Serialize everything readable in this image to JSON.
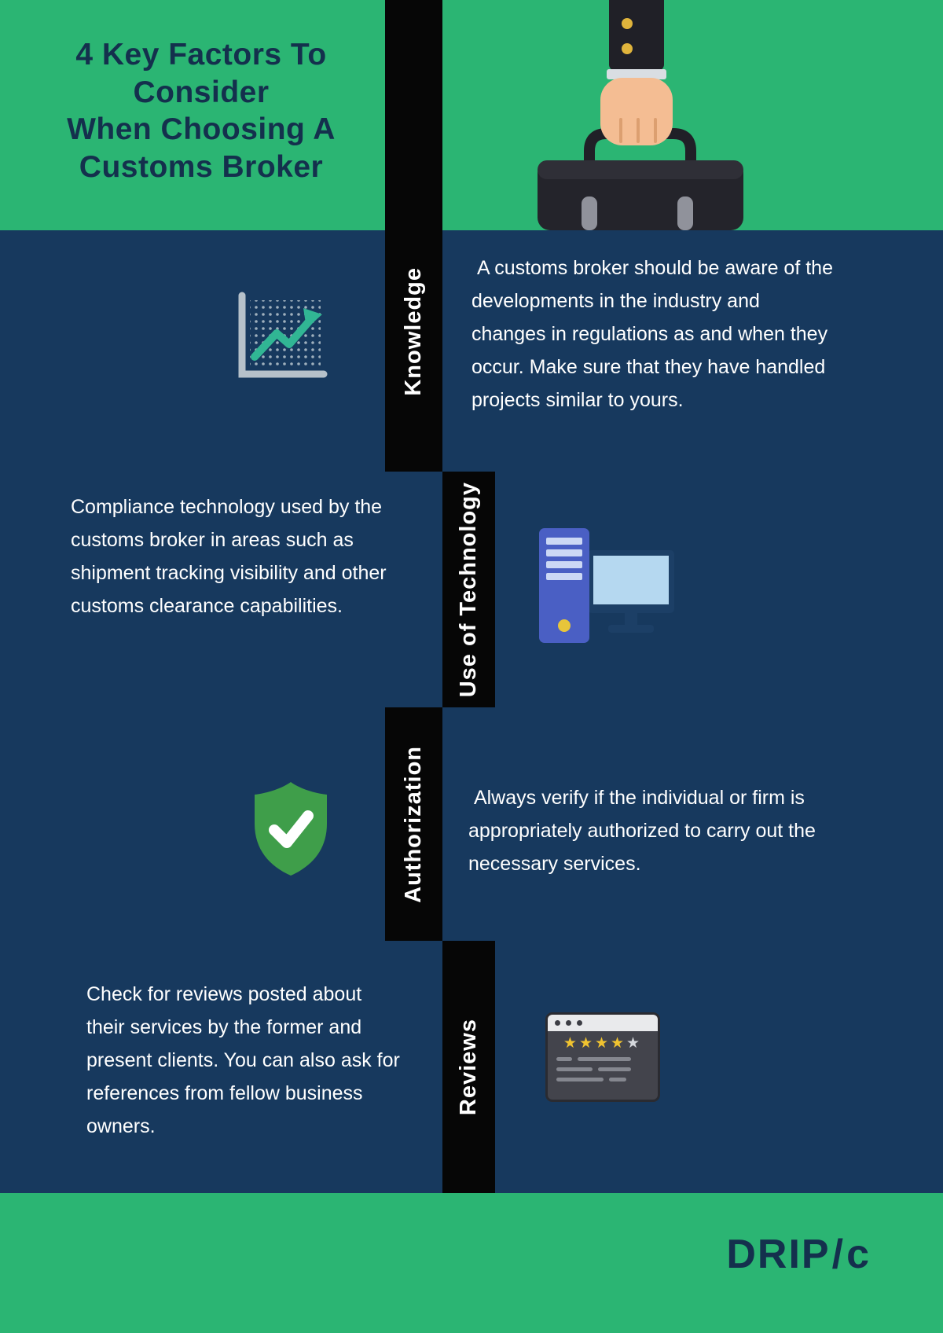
{
  "title": {
    "lines": [
      "4 Key Factors To",
      "Consider",
      "When Choosing A",
      "Customs Broker"
    ]
  },
  "sections": [
    {
      "label": "Knowledge",
      "icon": "growth-chart-icon",
      "text": " A customs broker should be aware of the developments in the industry and changes in regulations as and when they occur. Make sure that they have handled projects similar to yours."
    },
    {
      "label": "Use of Technology",
      "icon": "desktop-computer-icon",
      "text": "Compliance technology used by the customs broker in areas such as shipment tracking visibility and other customs clearance capabilities."
    },
    {
      "label": "Authorization",
      "icon": "shield-check-icon",
      "text": " Always verify if the individual or firm is appropriately authorized to carry out the necessary services."
    },
    {
      "label": "Reviews",
      "icon": "review-window-icon",
      "text": "Check for reviews posted about their services by the former and present clients. You can also ask for references from fellow business owners."
    }
  ],
  "review_icon": {
    "gold_stars": "★★★★",
    "gray_star": "★"
  },
  "footer": {
    "logo_main": "DRIP",
    "logo_slash": "/",
    "logo_suffix": "c"
  },
  "colors": {
    "band_green": "#2bb573",
    "body_navy": "#17395e",
    "bar_black": "#060606",
    "title_navy": "#14304d",
    "shield_green": "#3f9e4a",
    "star_gold": "#f0c330",
    "tower_blue": "#4a5fc4",
    "screen_blue": "#b5d8f0",
    "arrow_teal": "#31b694"
  }
}
